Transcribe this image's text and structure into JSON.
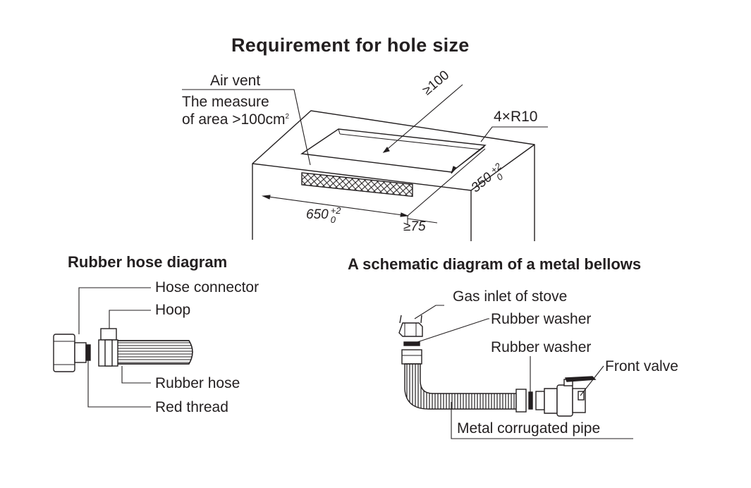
{
  "title": "Requirement for hole size",
  "top_diagram": {
    "air_vent": "Air vent",
    "measure_line1": "The measure",
    "measure_line2": "of area >100cm",
    "measure_sup": "2",
    "dim_ge100": "≥100",
    "dim_radius": "4×R10",
    "dim_350": "350",
    "dim_650": "650",
    "tol_plus": "+2",
    "tol_zero": "0",
    "dim_ge75": "≥75"
  },
  "rubber_hose": {
    "title": "Rubber hose diagram",
    "hose_connector": "Hose connector",
    "hoop": "Hoop",
    "rubber_hose": "Rubber hose",
    "red_thread": "Red thread"
  },
  "metal_bellows": {
    "title": "A schematic diagram of a metal bellows",
    "gas_inlet": "Gas inlet of stove",
    "rubber_washer_1": "Rubber washer",
    "rubber_washer_2": "Rubber washer",
    "front_valve": "Front valve",
    "corrugated_pipe": "Metal corrugated pipe"
  }
}
